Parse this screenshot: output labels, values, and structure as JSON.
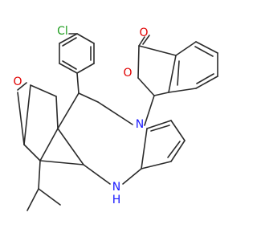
{
  "structure": {
    "type": "skeletal chemical structure",
    "line_color": "#2b2b2b",
    "atoms": {
      "chlorine": {
        "symbol": "Cl",
        "color": "#1f9e1f"
      },
      "lactone_ring_oxygen": {
        "symbol": "O",
        "color": "#e00000"
      },
      "lactone_carbonyl_oxygen": {
        "symbol": "O",
        "color": "#e00000"
      },
      "ketone_oxygen": {
        "symbol": "O",
        "color": "#e00000"
      },
      "amine_nitrogen": {
        "symbol": "N",
        "color": "#1a1aff"
      },
      "ring_nitrogen": {
        "symbol": "N",
        "color": "#1a1aff"
      },
      "nh_hydrogen": {
        "symbol": "H",
        "color": "#1a1aff"
      }
    }
  }
}
